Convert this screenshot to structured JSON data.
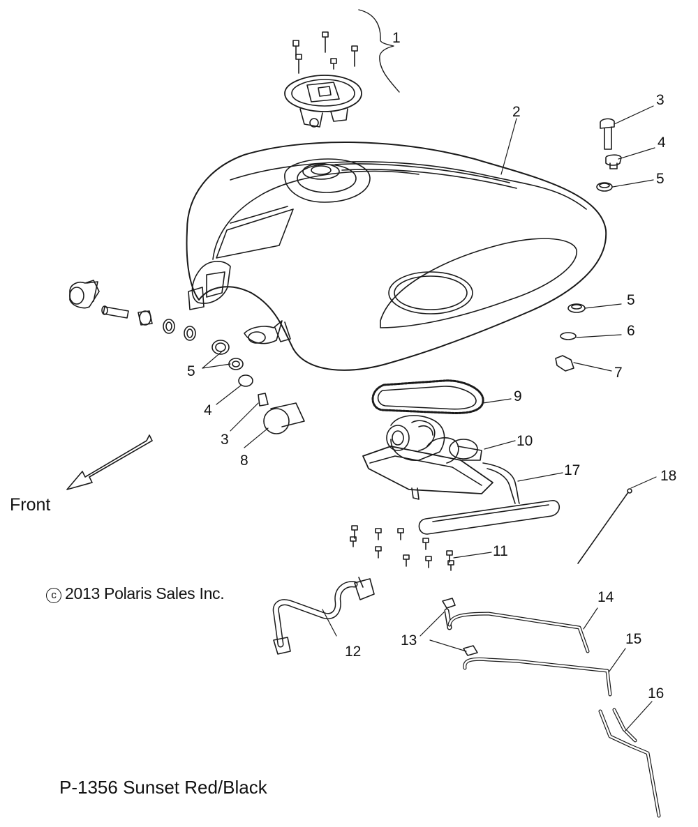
{
  "diagram": {
    "callouts": {
      "c1": "1",
      "c2": "2",
      "c3_right": "3",
      "c4_right": "4",
      "c5_right_top": "5",
      "c5_right_mid": "5",
      "c6": "6",
      "c7": "7",
      "c9": "9",
      "c10": "10",
      "c17": "17",
      "c18": "18",
      "c11": "11",
      "c12": "12",
      "c13": "13",
      "c14": "14",
      "c15": "15",
      "c16": "16",
      "c5_left": "5",
      "c4_left": "4",
      "c3_left": "3",
      "c8": "8"
    },
    "front_label": "Front",
    "copyright_symbol": "c",
    "copyright_text": "2013 Polaris Sales Inc.",
    "part_number": "P-1356 Sunset Red/Black"
  }
}
